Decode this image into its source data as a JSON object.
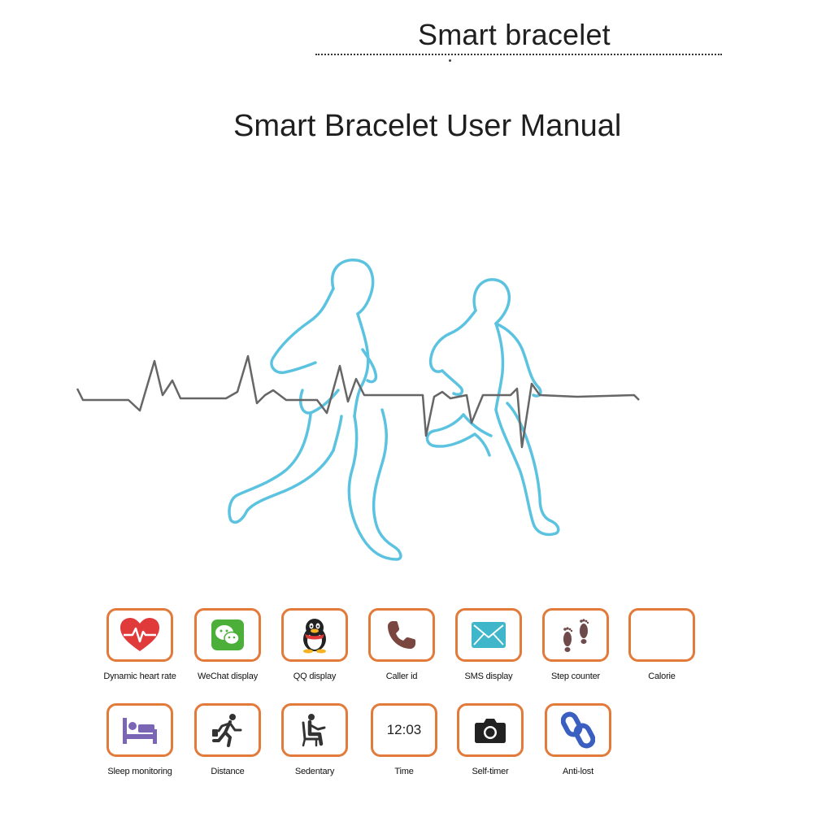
{
  "header": {
    "title": "Smart bracelet"
  },
  "document": {
    "title": "Smart Bracelet User Manual"
  },
  "colors": {
    "runner_outline": "#5bc3e0",
    "ecg_line": "#666666",
    "icon_border": "#e27a3a",
    "heart_red": "#e03a3a",
    "wechat_green": "#4caf3a",
    "sms_teal": "#3fb6c9",
    "sleep_purple": "#7b65b5",
    "antilost_blue": "#3a5fc1"
  },
  "features": [
    {
      "label": "Dynamic heart rate",
      "icon": "heart-rate-icon"
    },
    {
      "label": "WeChat display",
      "icon": "wechat-icon"
    },
    {
      "label": "QQ display",
      "icon": "qq-penguin-icon"
    },
    {
      "label": "Caller id",
      "icon": "phone-icon"
    },
    {
      "label": "SMS display",
      "icon": "envelope-icon"
    },
    {
      "label": "Step counter",
      "icon": "footprints-icon"
    },
    {
      "label": "Calorie",
      "icon": ""
    },
    {
      "label": "Sleep monitoring",
      "icon": "bed-icon"
    },
    {
      "label": "Distance",
      "icon": "running-person-icon"
    },
    {
      "label": "Sedentary",
      "icon": "seated-person-icon"
    },
    {
      "label": "Time",
      "icon": "clock-text-icon",
      "value": "12:03"
    },
    {
      "label": "Self-timer",
      "icon": "camera-icon"
    },
    {
      "label": "Anti-lost",
      "icon": "chain-link-icon"
    }
  ]
}
